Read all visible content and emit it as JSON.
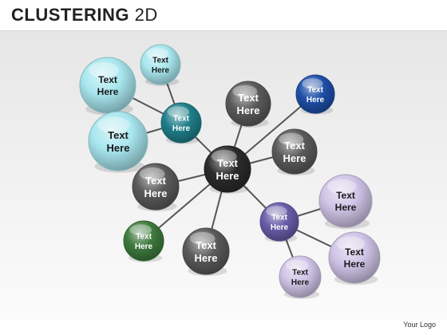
{
  "header": {
    "title_main": "CLUSTERING",
    "title_suffix": " 2D"
  },
  "footer": {
    "logo_text": "Your Logo"
  },
  "colors": {
    "center": "#2b2b2b",
    "gray": "#5a5a5a",
    "teal": "#1f7f8a",
    "light_cyan": "#a8e6ee",
    "blue": "#1f4fa8",
    "purple": "#6a5ca8",
    "lavender": "#cfc4e6",
    "green": "#3e7a3e",
    "connector": "#555555"
  },
  "nodes": [
    {
      "id": "center",
      "line1": "Text",
      "line2": "Here",
      "color": "center"
    },
    {
      "id": "teal-hub",
      "line1": "Text",
      "line2": "Here",
      "color": "teal"
    },
    {
      "id": "cyan-top",
      "line1": "Text",
      "line2": "Here",
      "color": "light_cyan"
    },
    {
      "id": "cyan-left",
      "line1": "Text",
      "line2": "Here",
      "color": "light_cyan"
    },
    {
      "id": "cyan-bottom",
      "line1": "Text",
      "line2": "Here",
      "color": "light_cyan"
    },
    {
      "id": "gray-top",
      "line1": "Text",
      "line2": "Here",
      "color": "gray"
    },
    {
      "id": "blue-top",
      "line1": "Text",
      "line2": "Here",
      "color": "blue"
    },
    {
      "id": "gray-right",
      "line1": "Text",
      "line2": "Here",
      "color": "gray"
    },
    {
      "id": "gray-left",
      "line1": "Text",
      "line2": "Here",
      "color": "gray"
    },
    {
      "id": "green-left",
      "line1": "Text",
      "line2": "Here",
      "color": "green"
    },
    {
      "id": "gray-bottom",
      "line1": "Text",
      "line2": "Here",
      "color": "gray"
    },
    {
      "id": "purple-hub",
      "line1": "Text",
      "line2": "Here",
      "color": "purple"
    },
    {
      "id": "lav-top",
      "line1": "Text",
      "line2": "Here",
      "color": "lavender"
    },
    {
      "id": "lav-right",
      "line1": "Text",
      "line2": "Here",
      "color": "lavender"
    },
    {
      "id": "lav-bottom",
      "line1": "Text",
      "line2": "Here",
      "color": "lavender"
    }
  ],
  "edges": [
    [
      "center",
      "teal-hub"
    ],
    [
      "center",
      "gray-top"
    ],
    [
      "center",
      "blue-top"
    ],
    [
      "center",
      "gray-right"
    ],
    [
      "center",
      "gray-left"
    ],
    [
      "center",
      "green-left"
    ],
    [
      "center",
      "gray-bottom"
    ],
    [
      "center",
      "purple-hub"
    ],
    [
      "teal-hub",
      "cyan-top"
    ],
    [
      "teal-hub",
      "cyan-left"
    ],
    [
      "teal-hub",
      "cyan-bottom"
    ],
    [
      "purple-hub",
      "lav-top"
    ],
    [
      "purple-hub",
      "lav-right"
    ],
    [
      "purple-hub",
      "lav-bottom"
    ]
  ]
}
